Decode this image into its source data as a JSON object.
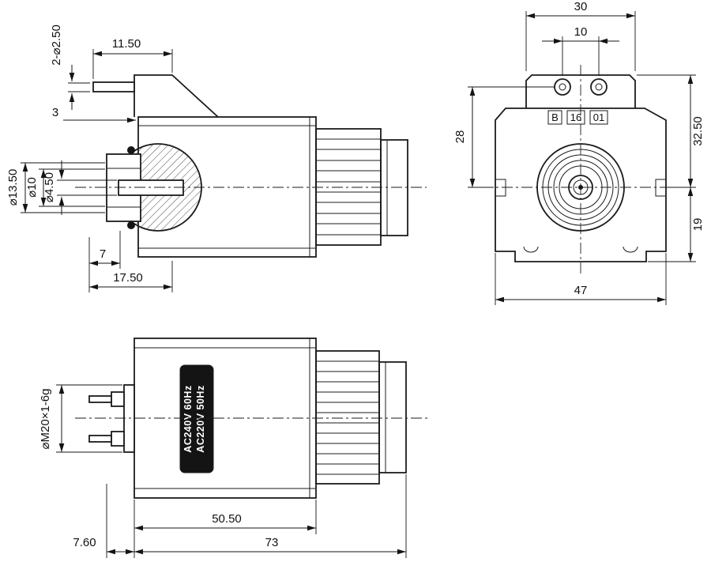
{
  "side_view_top": {
    "dim_pin_offset": "11.50",
    "dim_pin_qty_dia": "2-⌀2.50",
    "dim_plate": "3",
    "dim_dia_13_50": "⌀13.50",
    "dim_dia_10": "⌀10",
    "dim_dia_4_50": "⌀4.50",
    "dim_7": "7",
    "dim_17_50": "17.50"
  },
  "front_view": {
    "dim_30": "30",
    "dim_10": "10",
    "dim_28": "28",
    "dim_32_50": "32.50",
    "dim_19": "19",
    "dim_47": "47",
    "marking": {
      "box1": "B",
      "box2": "16",
      "box3": "01"
    }
  },
  "side_view_bottom": {
    "dim_thread": "⌀M20×1-6g",
    "dim_50_50": "50.50",
    "dim_73": "73",
    "dim_7_60": "7.60",
    "nameplate_line1": "AC240V 60Hz",
    "nameplate_line2": "AC220V 50Hz"
  },
  "colors": {
    "line": "#1b1b1b",
    "background": "#ffffff",
    "nameplate_bg": "#141414",
    "nameplate_text": "#ffffff"
  }
}
